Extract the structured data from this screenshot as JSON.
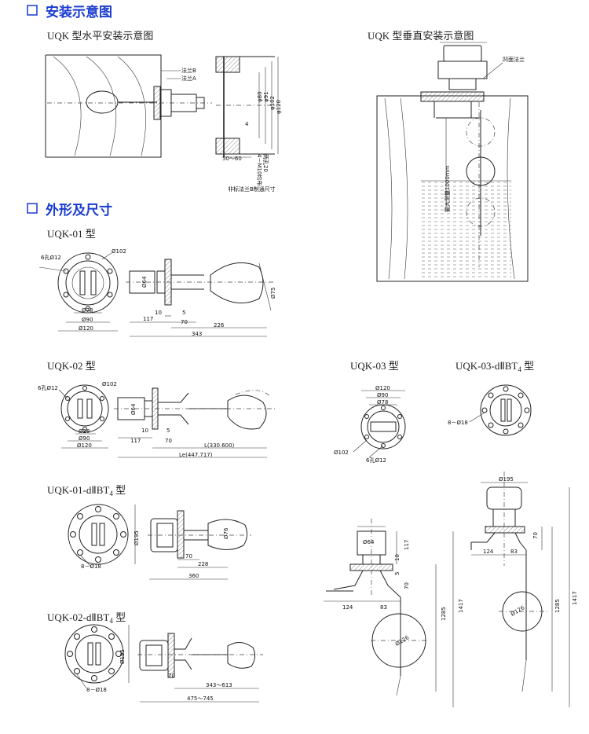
{
  "headings": {
    "install": "安装示意图",
    "dims": "外形及尺寸"
  },
  "captions": {
    "horizontal": "UQK 型水平安装示意图",
    "vertical": "UQK 型垂直安装示意图",
    "uqk01": "UQK-01 型",
    "uqk02": "UQK-02 型",
    "uqk03": "UQK-03 型",
    "uqk03d": "UQK-03-dⅡBT",
    "uqk03d_sub": "4",
    "uqk03d_suffix": " 型",
    "uqk01d": "UQK-01-dⅡBT",
    "uqk01d_sub": "4",
    "uqk01d_suffix": " 型",
    "uqk02d": "UQK-02-dⅡBT",
    "uqk02d_sub": "4",
    "uqk02d_suffix": " 型"
  },
  "horizontal_labels": {
    "flange_b": "法兰B",
    "flange_a": "法兰A",
    "d80": "φ80",
    "d91": "φ91",
    "d102": "φ102",
    "d120": "φ120",
    "four": "4",
    "len": "50～60",
    "m10": "4－M10均布",
    "hole": "两孔20",
    "note": "非标法兰B制通尺寸"
  },
  "vertical_labels": {
    "flange": "凹面法兰",
    "range": "最大测量1000mm"
  },
  "uqk01_labels": {
    "holes": "6孔Ø12",
    "d102": "Ø102",
    "d78": "Ø78",
    "d90": "Ø90",
    "d120": "Ø120",
    "d64": "Ø64",
    "d75": "Ø75",
    "d10": "10",
    "d5": "5",
    "d117": "117",
    "d70": "70",
    "d226": "226",
    "d343": "343"
  },
  "uqk02_labels": {
    "holes": "6孔Ø12",
    "d102": "Ø102",
    "d28": "Ø28",
    "d90": "Ø90",
    "d120": "Ø120",
    "d64": "Ø64",
    "d10": "10",
    "d5": "5",
    "d117": "117",
    "d70": "70",
    "L": "L(330.600)",
    "Le": "Le(447.717)"
  },
  "uqk03_labels": {
    "d120": "Ø120",
    "d90": "Ø90",
    "d78": "Ø78",
    "d102": "Ø102",
    "holes": "6孔Ø12"
  },
  "uqk03d_labels": {
    "bolts": "8－Ø18"
  },
  "uqk01d_labels": {
    "d195": "Ø195",
    "bolts": "8－Ø18",
    "d76": "Ø76",
    "d70": "70",
    "d228": "228",
    "d360": "360"
  },
  "uqk02d_labels": {
    "d195": "Ø195",
    "bolts": "8－Ø18",
    "d70": "70",
    "d343": "343～613",
    "d475": "475～745"
  },
  "vert03_labels": {
    "d64": "Ø64",
    "d117": "117",
    "d10": "10",
    "d5": "5",
    "d70": "70",
    "d124": "124",
    "d83": "83",
    "d126": "Ø126",
    "d1285": "1285",
    "d1417": "1417"
  },
  "vert03d_labels": {
    "d195": "Ø195",
    "d70": "70",
    "d124": "124",
    "d83": "83",
    "d126": "Ø126",
    "d1285": "1285",
    "d1417": "1417"
  },
  "colors": {
    "heading": "#1a3bd0",
    "line": "#222222"
  }
}
